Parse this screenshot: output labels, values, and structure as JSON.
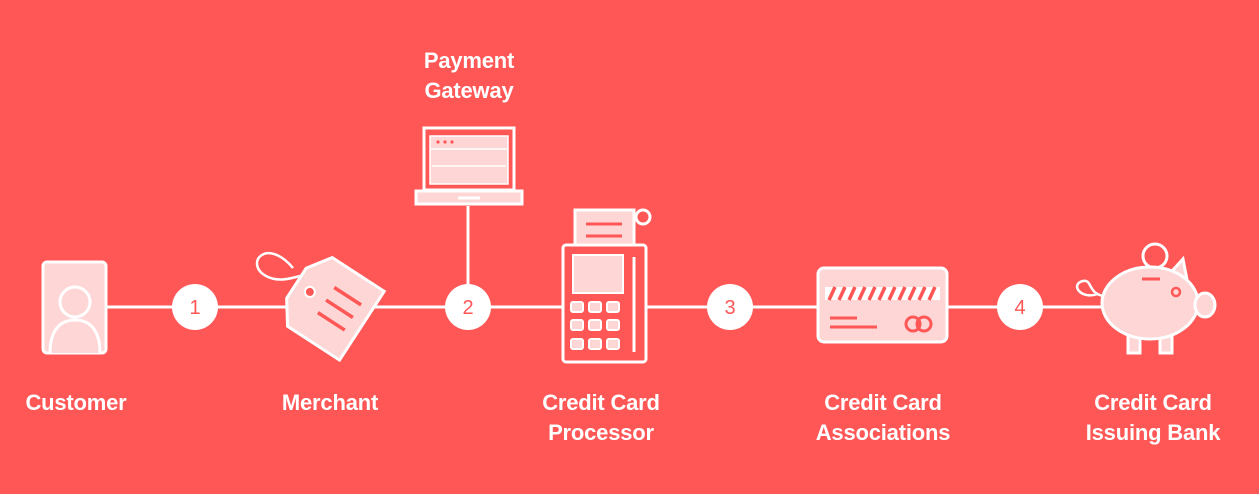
{
  "diagram": {
    "background_color": "#ff5656",
    "line_color": "#ffffff",
    "fill_color": "#ffd6d6",
    "nodes": [
      {
        "id": "customer",
        "icon": "customer-icon",
        "label": [
          "Customer"
        ]
      },
      {
        "id": "merchant",
        "icon": "price-tag-icon",
        "label": [
          "Merchant"
        ]
      },
      {
        "id": "payment-gateway",
        "icon": "laptop-icon",
        "label": [
          "Payment",
          "Gateway"
        ]
      },
      {
        "id": "processor",
        "icon": "card-terminal-icon",
        "label": [
          "Credit Card",
          "Processor"
        ]
      },
      {
        "id": "associations",
        "icon": "credit-card-icon",
        "label": [
          "Credit Card",
          "Associations"
        ]
      },
      {
        "id": "issuing-bank",
        "icon": "piggy-bank-icon",
        "label": [
          "Credit Card",
          "Issuing Bank"
        ]
      }
    ],
    "steps": [
      "1",
      "2",
      "3",
      "4"
    ]
  }
}
